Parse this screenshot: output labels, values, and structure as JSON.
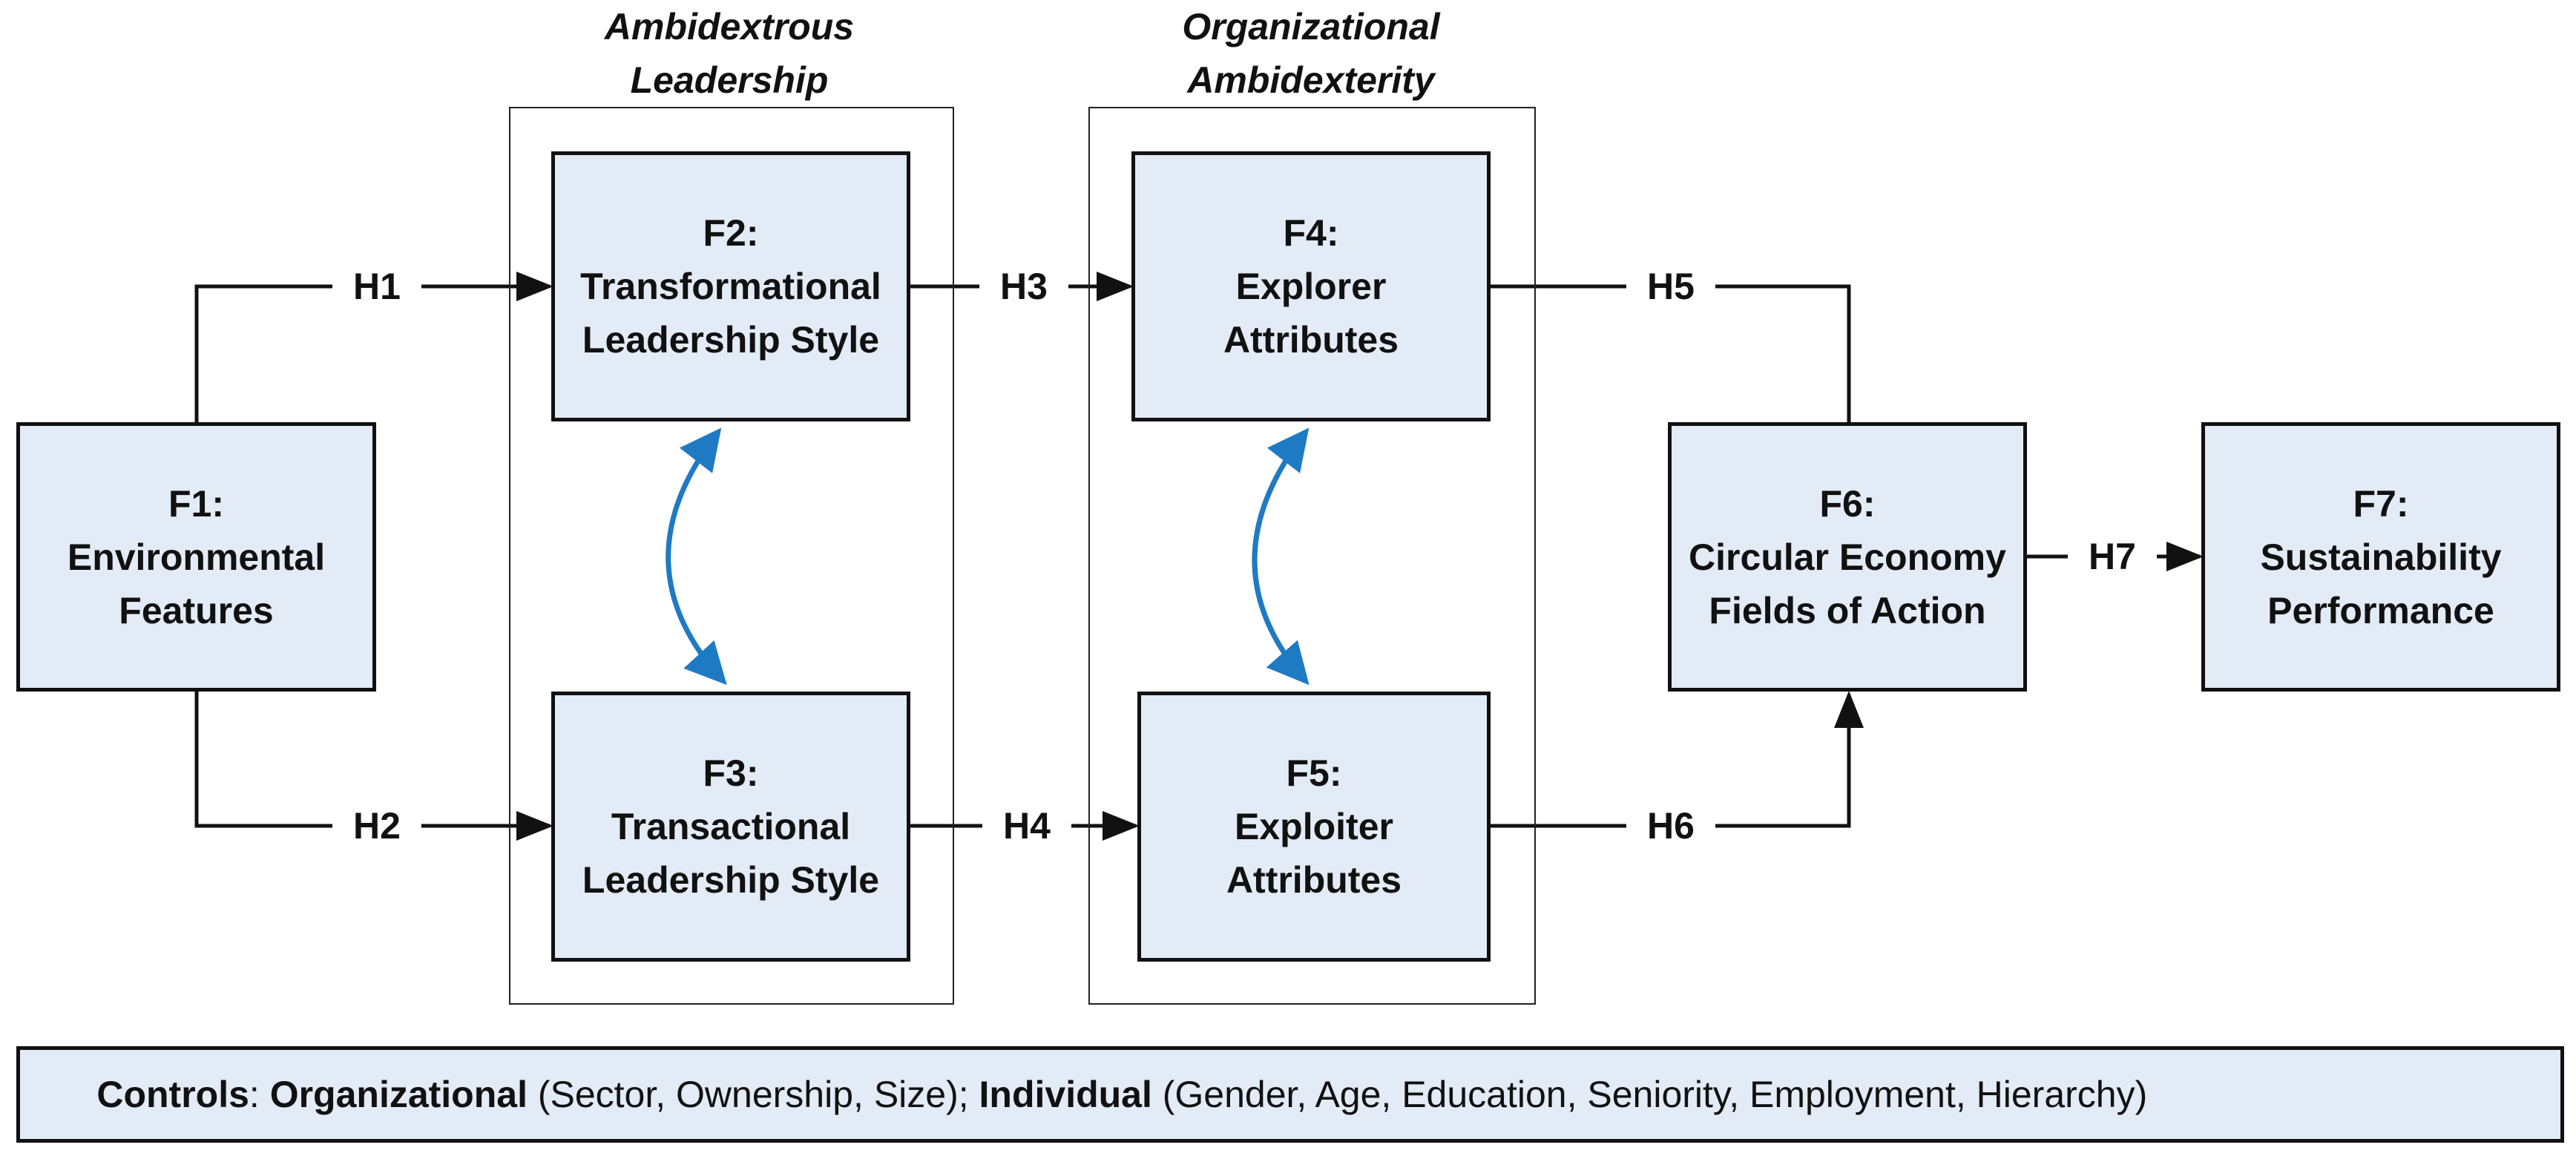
{
  "groups": {
    "leadership": {
      "line1": "Ambidextrous",
      "line2": "Leadership"
    },
    "organizational": {
      "line1": "Organizational",
      "line2": "Ambidexterity"
    }
  },
  "nodes": {
    "f1": {
      "id": "F1:",
      "line1": "Environmental",
      "line2": "Features"
    },
    "f2": {
      "id": "F2:",
      "line1": "Transformational",
      "line2": "Leadership Style"
    },
    "f3": {
      "id": "F3:",
      "line1": "Transactional",
      "line2": "Leadership Style"
    },
    "f4": {
      "id": "F4:",
      "line1": "Explorer",
      "line2": "Attributes"
    },
    "f5": {
      "id": "F5:",
      "line1": "Exploiter",
      "line2": "Attributes"
    },
    "f6": {
      "id": "F6:",
      "line1": "Circular Economy",
      "line2": "Fields of Action"
    },
    "f7": {
      "id": "F7:",
      "line1": "Sustainability",
      "line2": "Performance"
    }
  },
  "hypotheses": {
    "h1": "H1",
    "h2": "H2",
    "h3": "H3",
    "h4": "H4",
    "h5": "H5",
    "h6": "H6",
    "h7": "H7"
  },
  "controls": {
    "label": "Controls",
    "sep1": ": ",
    "org_label": "Organizational",
    "org_items": " (Sector, Ownership, Size); ",
    "ind_label": "Individual",
    "ind_items": " (Gender, Age, Education, Seniority, Employment, Hierarchy)"
  },
  "colors": {
    "box_fill": "#e3ebf6",
    "line": "#111111",
    "correlation_arrow": "#1f7ac4"
  }
}
